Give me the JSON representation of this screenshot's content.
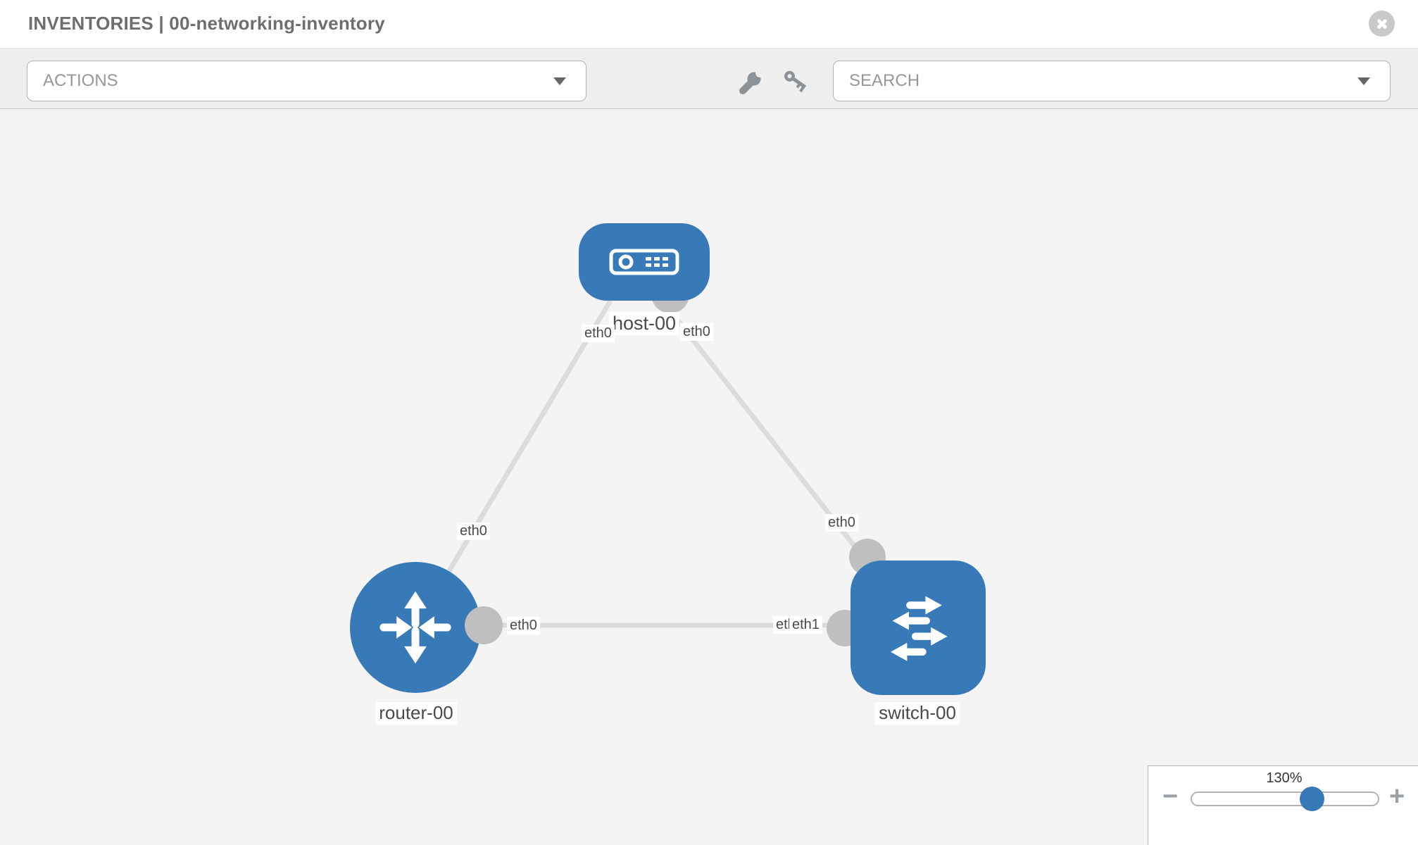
{
  "window": {
    "title": "INVENTORIES | 00-networking-inventory"
  },
  "toolbar": {
    "actions_label": "ACTIONS",
    "search_label": "SEARCH",
    "icons": [
      "wrench-icon",
      "key-icon"
    ]
  },
  "diagram": {
    "nodes": [
      {
        "id": "host-00",
        "type": "host",
        "label": "host-00"
      },
      {
        "id": "router-00",
        "type": "router",
        "label": "router-00"
      },
      {
        "id": "switch-00",
        "type": "switch",
        "label": "switch-00"
      }
    ],
    "links": [
      {
        "from": "host-00",
        "from_interface": "eth0",
        "to": "router-00",
        "to_interface": "eth0"
      },
      {
        "from": "host-00",
        "from_interface": "eth0",
        "to": "switch-00",
        "to_interface": "eth0"
      },
      {
        "from": "router-00",
        "from_interface": "eth0",
        "to": "switch-00",
        "to_interface": "eth1"
      }
    ],
    "interface_labels": {
      "host_router_at_host": "eth0",
      "host_router_at_router": "eth0",
      "host_switch_at_host": "eth0",
      "host_switch_at_switch": "eth0",
      "router_switch_at_router": "eth0",
      "router_switch_at_switch_under": "eth0",
      "router_switch_at_switch_over": "eth1"
    }
  },
  "zoom_control": {
    "value": "130%",
    "minus_label": "−",
    "plus_label": "+"
  },
  "colors": {
    "node_blue": "#377ab7",
    "link_gray": "#dcdcdc",
    "interface_gray": "#bfbfbf",
    "canvas_bg": "#f4f4f4",
    "toolbar_bg": "#eeeeee"
  }
}
